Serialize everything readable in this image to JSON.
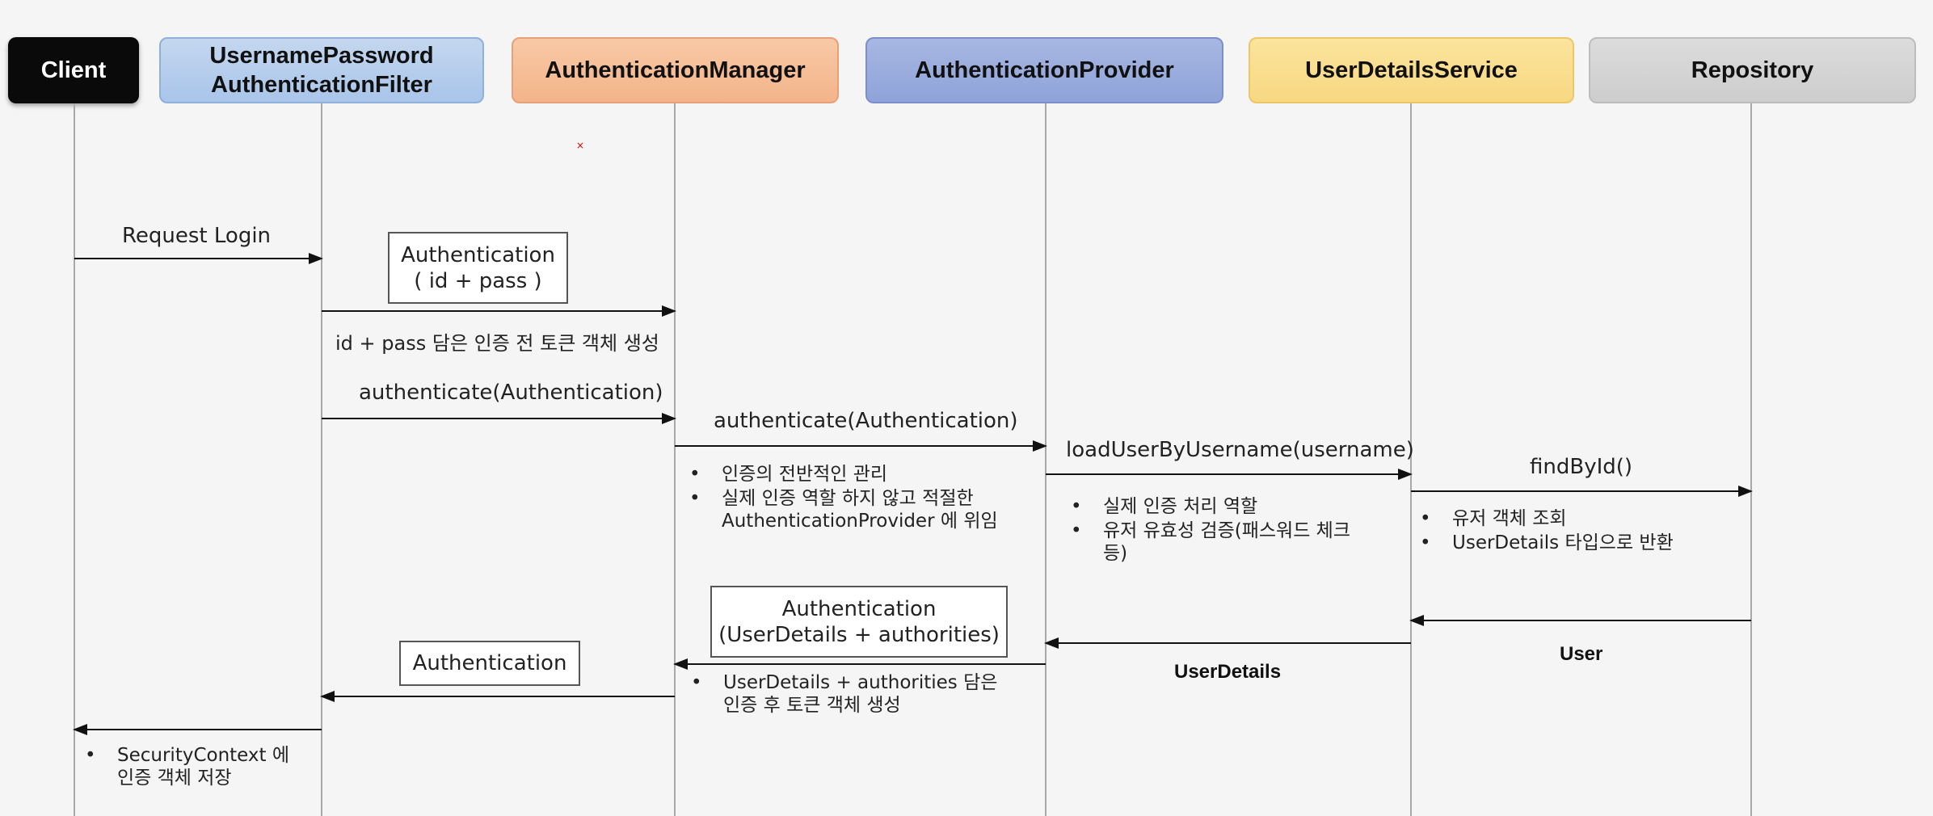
{
  "actors": {
    "client": "Client",
    "filter": "UsernamePassword\nAuthenticationFilter",
    "manager": "AuthenticationManager",
    "provider": "AuthenticationProvider",
    "uds": "UserDetailsService",
    "repo": "Repository"
  },
  "messages": {
    "request_login": "Request Login",
    "token_note": "id + pass 담은 인증 전 토큰 객체 생성",
    "auth_call_1": "authenticate(Authentication)",
    "auth_call_2": "authenticate(Authentication)",
    "load_user": "loadUserByUsername(username)",
    "find_by_id": "findById()",
    "user": "User",
    "user_details": "UserDetails"
  },
  "boxes": {
    "auth_pre": "Authentication\n( id + pass )",
    "auth_post": "Authentication\n(UserDetails +  authorities)",
    "auth_final": "Authentication"
  },
  "notes": {
    "manager": [
      "인증의 전반적인 관리",
      "실제 인증 역할 하지 않고 적절한\nAuthenticationProvider 에 위임"
    ],
    "provider": [
      "실제 인증 처리 역할",
      "유저 유효성 검증(패스워드 체크\n등)"
    ],
    "uds": [
      "유저 객체 조회",
      "UserDetails 타입으로 반환"
    ],
    "manager_return": [
      "UserDetails +  authorities 담은\n인증 후 토큰 객체 생성"
    ],
    "client_return": [
      "SecurityContext 에\n인증 객체 저장"
    ]
  },
  "bullet": "•"
}
